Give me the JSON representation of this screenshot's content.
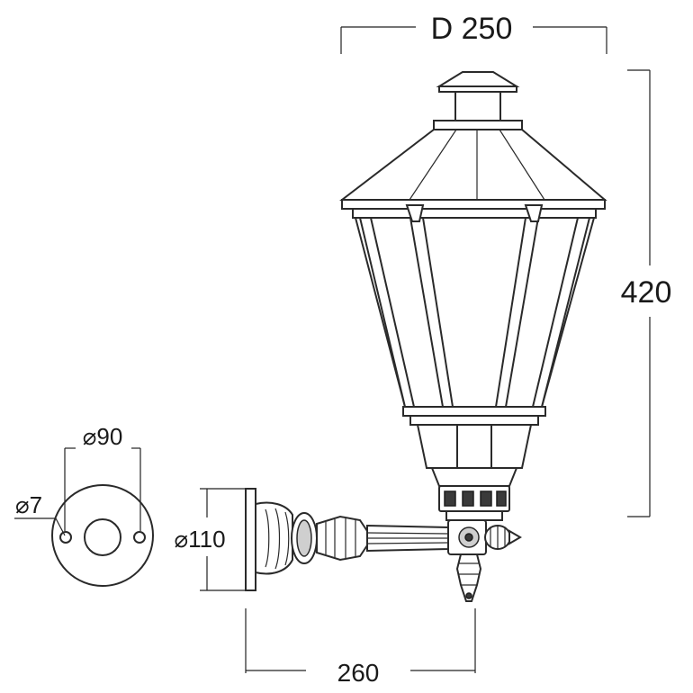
{
  "dimensions": {
    "diameter_top": "D 250",
    "height": "420",
    "plate_hole_spacing": "⌀90",
    "hole_diameter": "⌀7",
    "plate_diameter": "⌀110",
    "projection": "260"
  }
}
